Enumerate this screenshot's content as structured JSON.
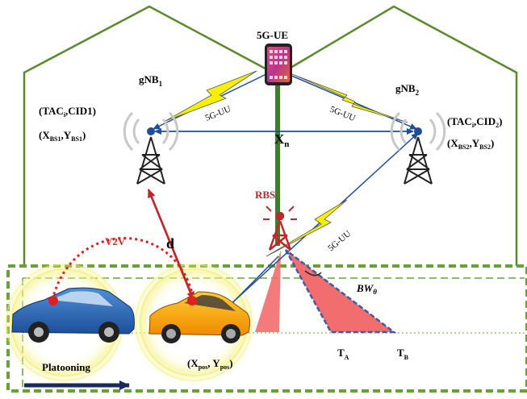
{
  "labels": {
    "ue": "5G-UE",
    "gnb1_main": "gNB",
    "gnb1_sub": "1",
    "gnb2_main": "gNB",
    "gnb2_sub": "2",
    "rbs": "RBS",
    "xn_main": "X",
    "xn_sub": "n",
    "distance": "d",
    "v2v": "V2V",
    "platooning": "Platooning",
    "bw_main": "BW",
    "bw_sub": "θ",
    "ta_main": "T",
    "ta_sub": "A",
    "tb_main": "T",
    "tb_sub": "B",
    "link_uu_1": "5G-UU",
    "link_uu_2": "5G-UU",
    "link_uu_3": "5G-UU"
  },
  "bs1": {
    "tac_a": "(TAC",
    "tac_i": "i",
    "tac_b": ",CID1)",
    "x_a": "(X",
    "x_s": "BS1",
    "x_b": ",Y",
    "y_s": "BS1",
    "x_c": ")"
  },
  "bs2": {
    "tac_a": "(TAC",
    "tac_i": "i",
    "tac_b": ",CID",
    "cid_s": "2",
    "tac_c": ")",
    "x_a": "(X",
    "x_s": "BS2",
    "x_b": ",Y",
    "y_s": "BS2",
    "x_c": ")"
  },
  "pos": {
    "a": "(X",
    "s1": "pos",
    "b": ", Y",
    "s2": "pos",
    "c": ")"
  },
  "colors": {
    "house": "#5b8a2c",
    "road": "#6aa039",
    "link_blue": "#1f4e99",
    "link_red": "#c0272d",
    "v2v_red": "#e02020",
    "beam": "#f26d6d",
    "bolt": "#f5f000",
    "arrow_navy": "#1b2a5e",
    "ring": "#f4f07a"
  }
}
